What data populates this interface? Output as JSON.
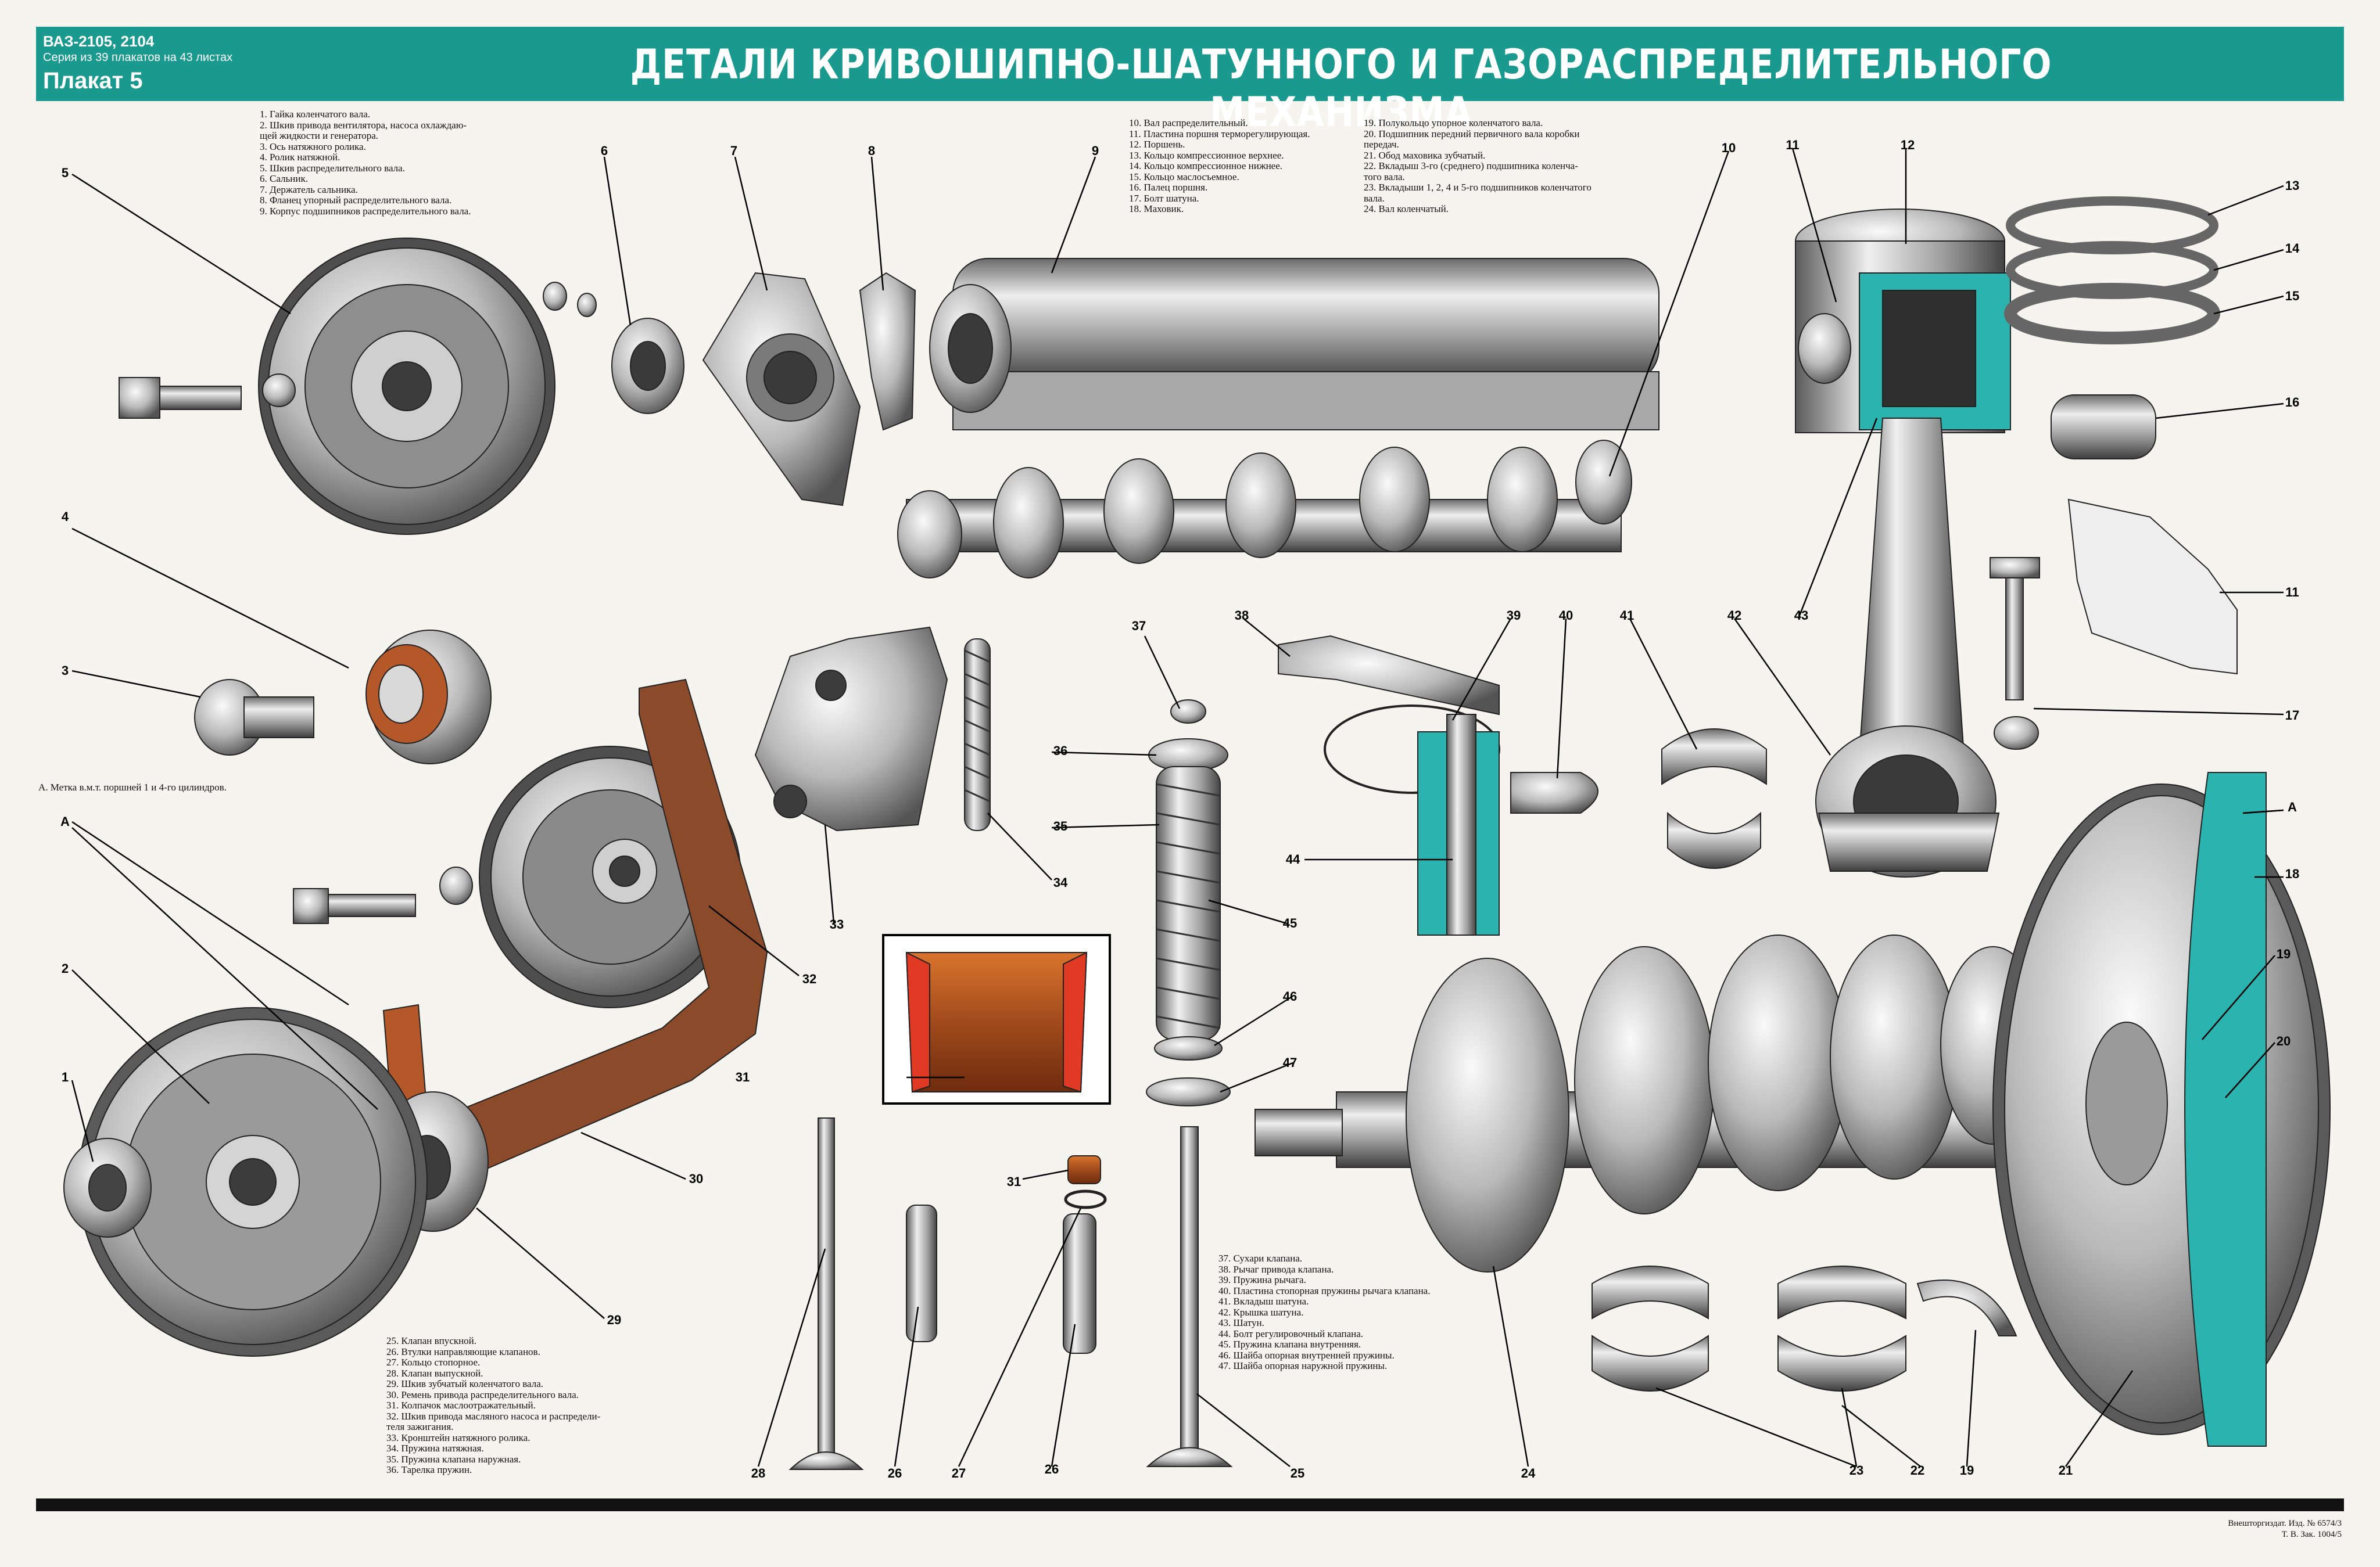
{
  "header": {
    "series_model": "ВАЗ-2105, 2104",
    "series_note": "Серия из 39 плакатов на 43 листах",
    "poster_label": "Плакат 5",
    "title": "ДЕТАЛИ КРИВОШИПНО-ШАТУННОГО И ГАЗОРАСПРЕДЕЛИТЕЛЬНОГО МЕХАНИЗМА"
  },
  "legends": {
    "group1": [
      "1. Гайка коленчатого вала.",
      "2. Шкив привода вентилятора, насоса охлаждаю-",
      "щей жидкости и генератора.",
      "3. Ось натяжного ролика.",
      "4. Ролик натяжной.",
      "5. Шкив распределительного вала.",
      "6. Сальник.",
      "7. Держатель сальника.",
      "8. Фланец упорный распределительного вала.",
      "9. Корпус подшипников распределительного вала."
    ],
    "group2": [
      "10. Вал распределительный.",
      "11. Пластина поршня терморегулирующая.",
      "12. Поршень.",
      "13. Кольцо компрессионное верхнее.",
      "14. Кольцо компрессионное нижнее.",
      "15. Кольцо маслосъемное.",
      "16. Палец поршня.",
      "17. Болт шатуна.",
      "18. Маховик."
    ],
    "group3": [
      "19. Полукольцо упорное коленчатого вала.",
      "20. Подшипник передний первичного вала коробки",
      "передач.",
      "21. Обод маховика зубчатый.",
      "22. Вкладыш 3-го (среднего) подшипника коленча-",
      "того вала.",
      "23. Вкладыши 1, 2, 4 и 5-го подшипников коленчатого",
      "вала.",
      "24. Вал коленчатый."
    ],
    "group4": [
      "25. Клапан впускной.",
      "26. Втулки направляющие клапанов.",
      "27. Кольцо стопорное.",
      "28. Клапан выпускной.",
      "29. Шкив зубчатый коленчатого вала.",
      "30. Ремень привода распределительного вала.",
      "31. Колпачок маслоотражательный.",
      "32. Шкив привода масляного насоса и распредели-",
      "теля зажигания.",
      "33. Кронштейн натяжного ролика.",
      "34. Пружина натяжная.",
      "35. Пружина клапана наружная.",
      "36. Тарелка пружин."
    ],
    "group5": [
      "37. Сухари клапана.",
      "38. Рычаг привода клапана.",
      "39. Пружина рычага.",
      "40. Пластина стопорная пружины рычага клапана.",
      "41. Вкладыш шатуна.",
      "42. Крышка шатуна.",
      "43. Шатун.",
      "44. Болт регулировочный клапана.",
      "45. Пружина клапана внутренняя.",
      "46. Шайба опорная внутренней пружины.",
      "47. Шайба опорная наружной пружины."
    ],
    "mark_note": "А. Метка в.м.т. поршней 1 и 4-го цилиндров."
  },
  "callouts": {
    "n1": "1",
    "n2": "2",
    "n3": "3",
    "n4": "4",
    "n5": "5",
    "n6": "6",
    "n7": "7",
    "n8": "8",
    "n9": "9",
    "n10": "10",
    "n11a": "11",
    "n11b": "11",
    "n12": "12",
    "n13": "13",
    "n14": "14",
    "n15": "15",
    "n16": "16",
    "n17": "17",
    "n18": "18",
    "n19a": "19",
    "n19b": "19",
    "n20": "20",
    "n21": "21",
    "n22": "22",
    "n23": "23",
    "n24": "24",
    "n25": "25",
    "n26a": "26",
    "n26b": "26",
    "n27": "27",
    "n28": "28",
    "n29": "29",
    "n30": "30",
    "n31a": "31",
    "n31b": "31",
    "n32": "32",
    "n33": "33",
    "n34": "34",
    "n35": "35",
    "n36": "36",
    "n37": "37",
    "n38": "38",
    "n39": "39",
    "n40": "40",
    "n41": "41",
    "n42": "42",
    "n43": "43",
    "n44": "44",
    "n45": "45",
    "n46": "46",
    "n47": "47",
    "nA1": "А",
    "nA2": "А"
  },
  "footer": {
    "imprint_line1": "Внешторгиздат. Изд. № 6574/3",
    "imprint_line2": "Т. В. Зак. 1004/5"
  },
  "colors": {
    "header": "#1a9a8e",
    "belt": "#8b4a2a",
    "section": "#2bb3b0",
    "metal_light": "#e6e6e6",
    "metal_dark": "#5f5f5f"
  }
}
